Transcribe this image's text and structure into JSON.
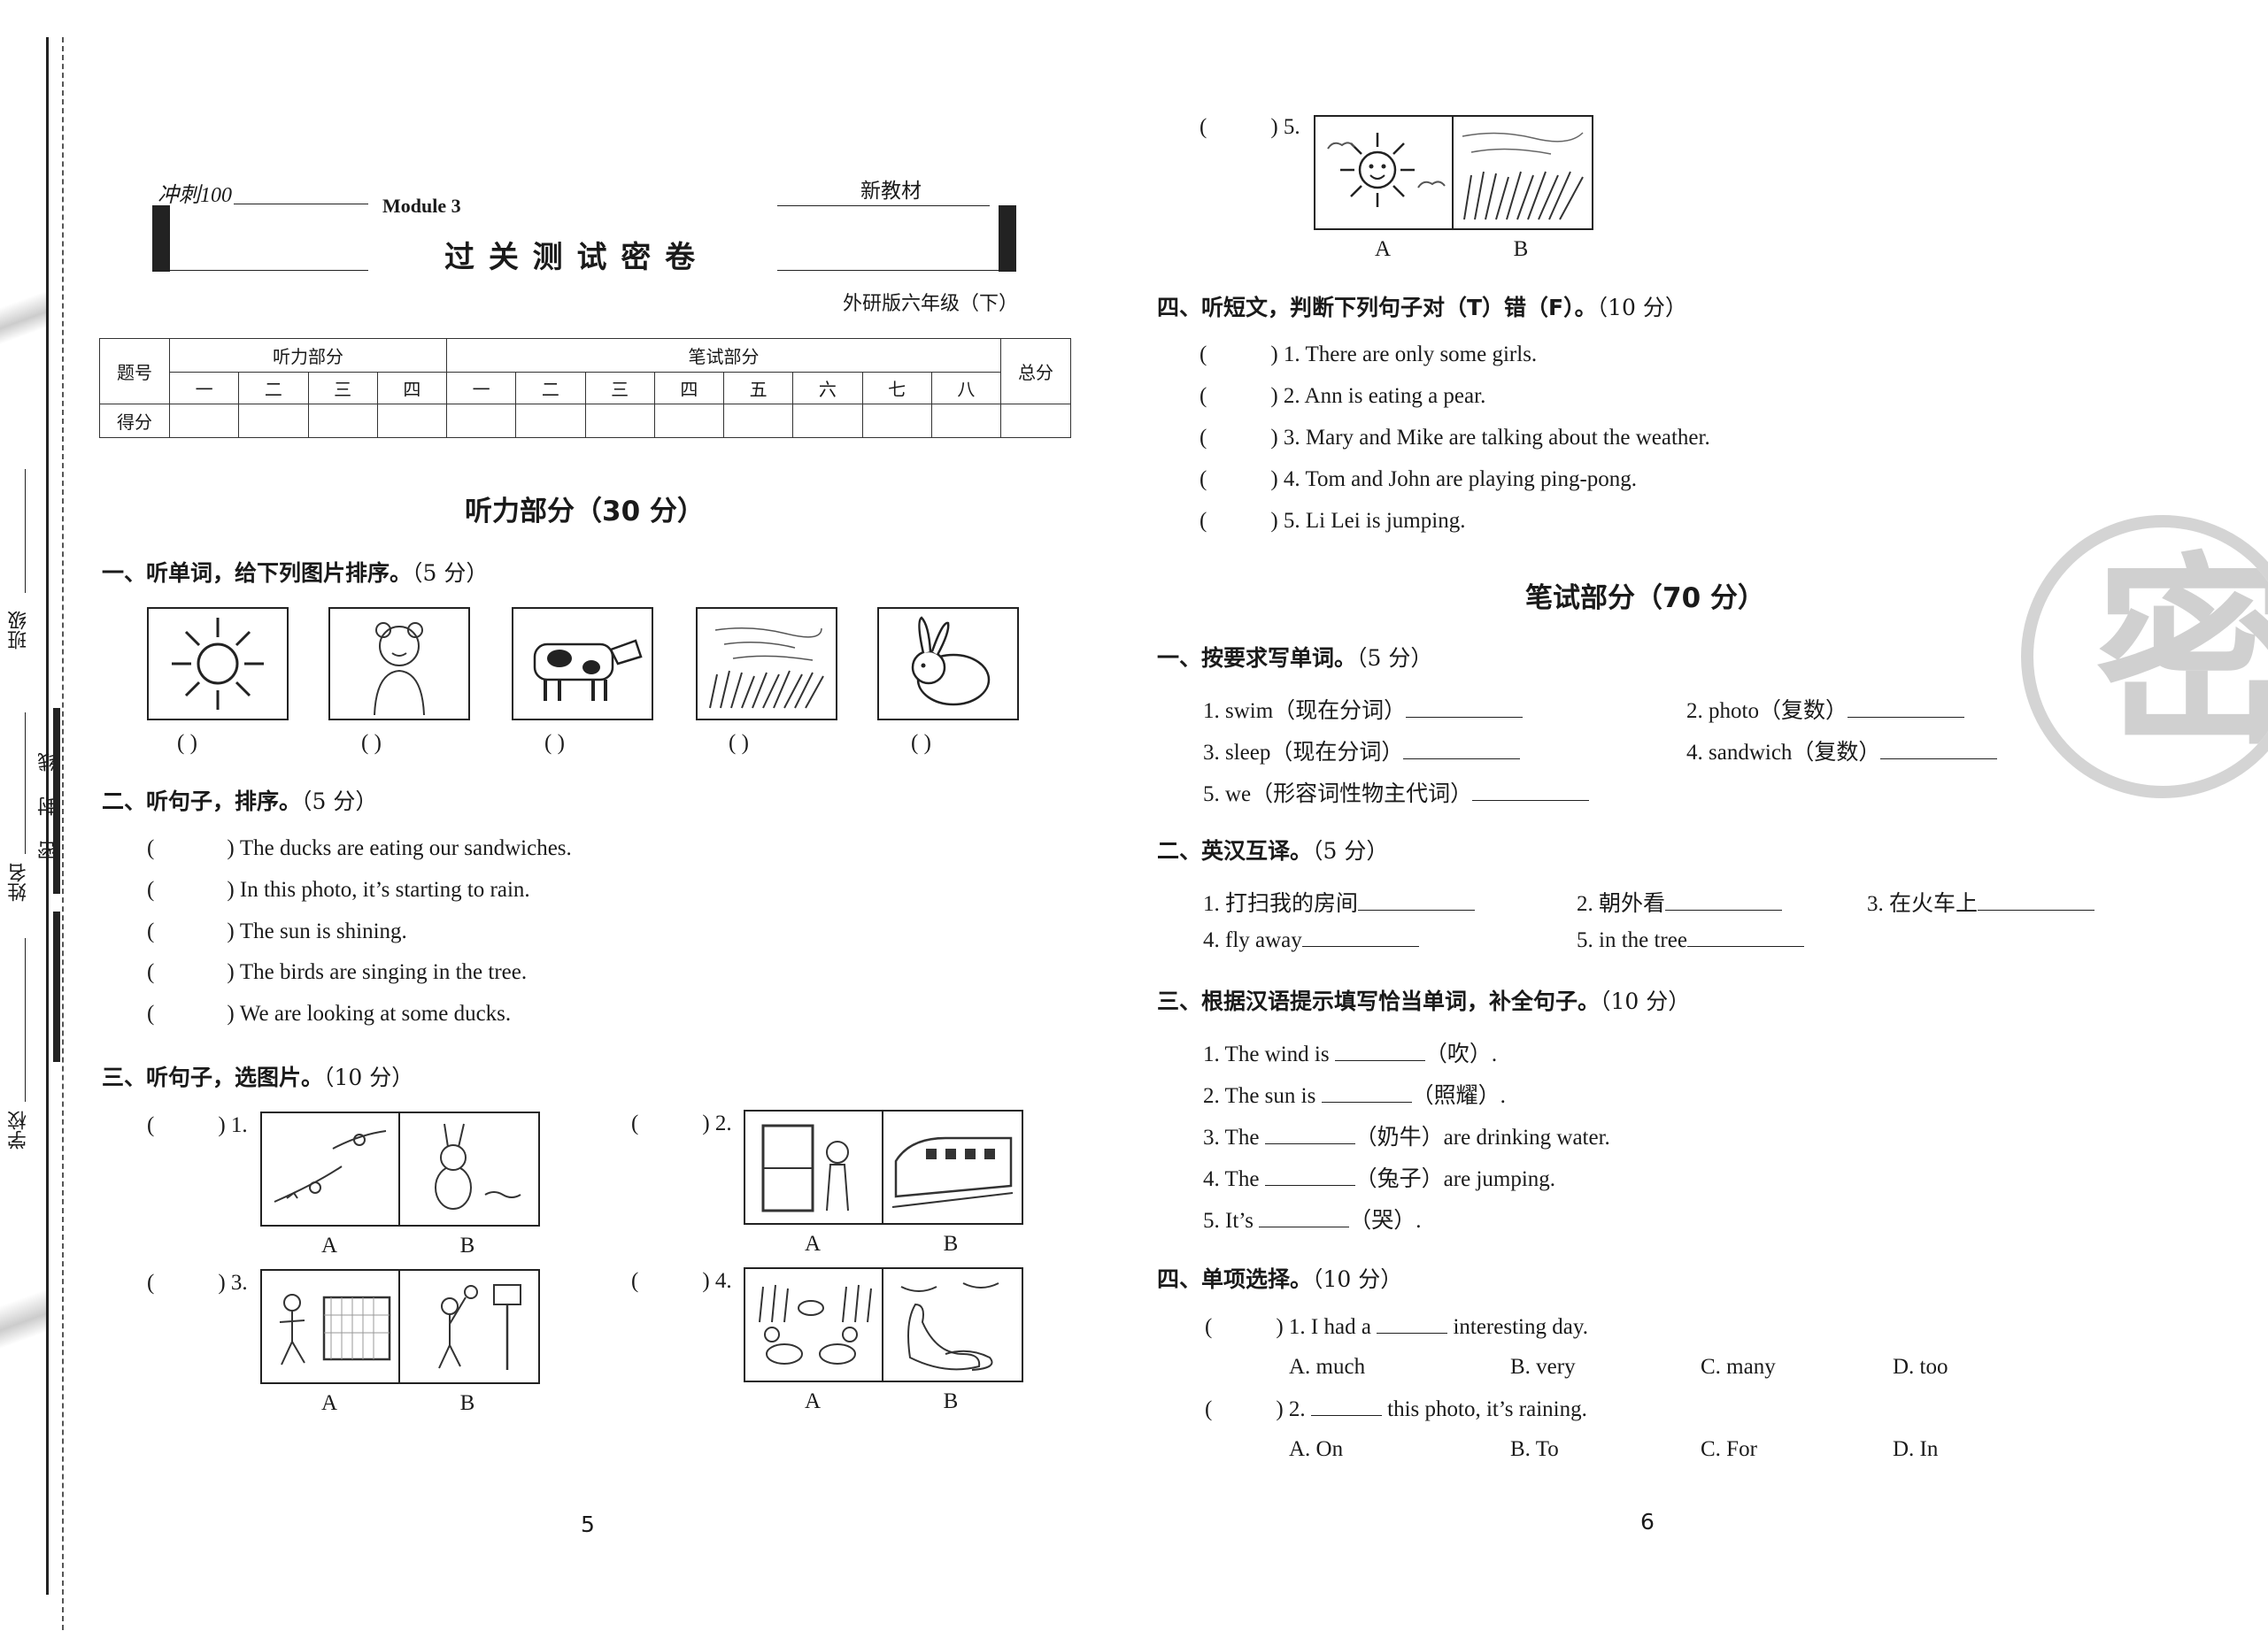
{
  "margin": {
    "labels": [
      "班级",
      "线",
      "封",
      "密",
      "姓名",
      "学校"
    ]
  },
  "left_page": {
    "brand": "冲刺100",
    "module": "Module 3",
    "title": "过 关 测 试 密 卷",
    "new_textbook": "新教材",
    "edition": "外研版六年级（下）",
    "score_table": {
      "row1": "题号",
      "row2": "得分",
      "listening": "听力部分",
      "writing": "笔试部分",
      "total": "总分",
      "listening_cols": [
        "一",
        "二",
        "三",
        "四"
      ],
      "writing_cols": [
        "一",
        "二",
        "三",
        "四",
        "五",
        "六",
        "七",
        "八"
      ]
    },
    "listening_heading": "听力部分（30 分）",
    "s1": {
      "title": "一、听单词，给下列图片排序。",
      "pts": "（5 分）",
      "parens": [
        "(      )",
        "(      )",
        "(      )",
        "(      )",
        "(      )"
      ]
    },
    "s2": {
      "title": "二、听句子，排序。",
      "pts": "（5 分）",
      "items": [
        "The ducks are eating our sandwiches.",
        "In this photo,  it’s starting to rain.",
        "The sun is shining.",
        "The birds are singing in the tree.",
        "We are looking at some ducks."
      ]
    },
    "s3": {
      "title": "三、听句子，选图片。",
      "pts": "（10 分）",
      "items": [
        "1.",
        "2.",
        "3.",
        "4."
      ],
      "a": "A",
      "b": "B"
    },
    "page_number": "5"
  },
  "right_page": {
    "q5": "5.",
    "a": "A",
    "b": "B",
    "s4": {
      "title": "四、听短文，判断下列句子对（T）错（F）。",
      "pts": "（10 分）",
      "items": [
        "1.  There are only some girls.",
        "2.  Ann is eating a pear.",
        "3.  Mary and Mike are talking about the weather.",
        "4.  Tom and John are playing ping-pong.",
        "5.  Li Lei is jumping."
      ]
    },
    "writing_heading": "笔试部分（70 分）",
    "w1": {
      "title": "一、按要求写单词。",
      "pts": "（5 分）",
      "items": [
        "1.  swim（现在分词）",
        "2.  photo（复数）",
        "3.  sleep（现在分词）",
        "4.  sandwich（复数）",
        "5.  we（形容词性物主代词）"
      ]
    },
    "w2": {
      "title": "二、英汉互译。",
      "pts": "（5 分）",
      "items": [
        "1.  打扫我的房间",
        "2.  朝外看",
        "3.  在火车上",
        "4.  fly away",
        "5.  in the tree"
      ]
    },
    "w3": {
      "title": "三、根据汉语提示填写恰当单词，补全句子。",
      "pts": "（10 分）",
      "items": [
        {
          "pre": "1.  The wind is ",
          "post": "（吹）."
        },
        {
          "pre": "2.  The sun is ",
          "post": "（照耀）."
        },
        {
          "pre": "3.  The ",
          "post": "（奶牛）are drinking water."
        },
        {
          "pre": "4.  The ",
          "post": "（兔子）are jumping."
        },
        {
          "pre": "5.  It’s ",
          "post": "（哭）."
        }
      ]
    },
    "w4": {
      "title": "四、单项选择。",
      "pts": "（10 分）",
      "q1": {
        "pre": "1.  I had a ",
        "post": " interesting day.",
        "options": [
          "A.  much",
          "B.  very",
          "C.  many",
          "D.  too"
        ]
      },
      "q2": {
        "pre": "2.  ",
        "post": " this photo,  it’s raining.",
        "options": [
          "A.  On",
          "B.  To",
          "C.  For",
          "D.  In"
        ]
      }
    },
    "stamp": "密",
    "page_number": "6"
  }
}
